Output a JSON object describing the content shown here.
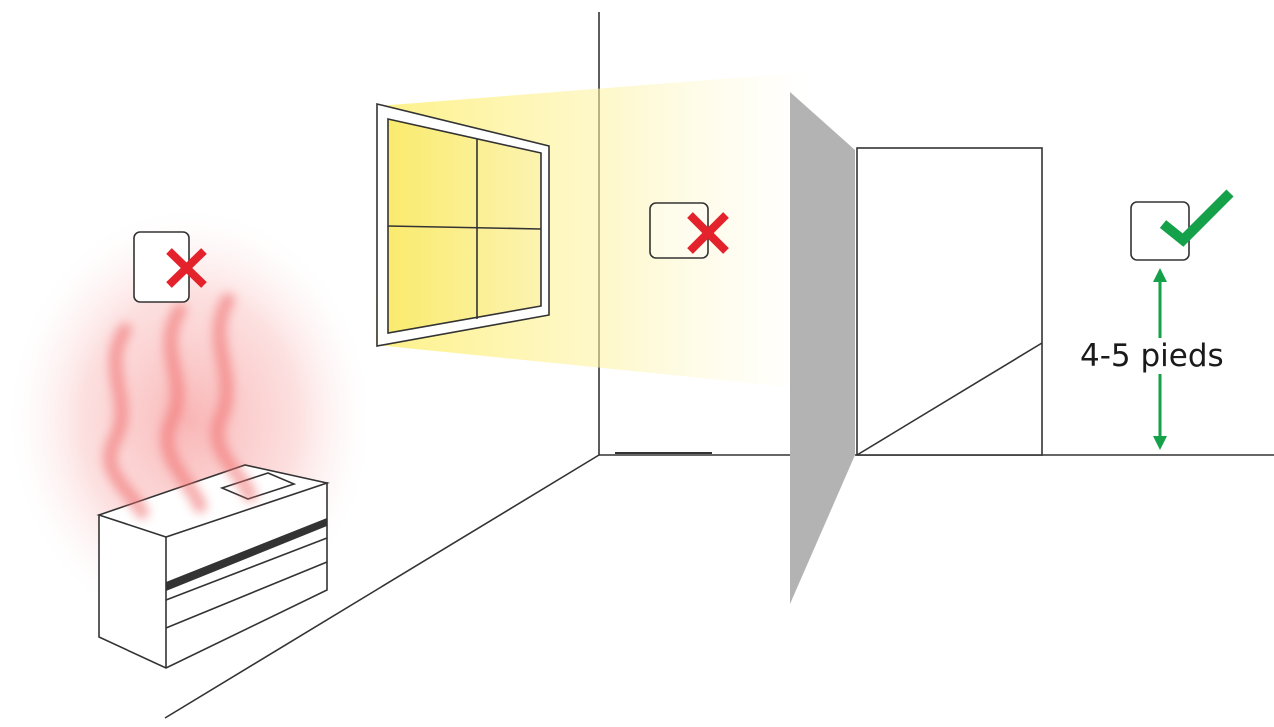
{
  "diagram": {
    "height_label": "4-5 pieds",
    "placements": [
      {
        "id": "near-heater",
        "status": "incorrect",
        "symbol": "x-mark-icon"
      },
      {
        "id": "in-sunlight",
        "status": "incorrect",
        "symbol": "x-mark-icon"
      },
      {
        "id": "interior-wall",
        "status": "correct",
        "symbol": "checkmark-icon"
      }
    ],
    "colors": {
      "incorrect": "#e3222c",
      "correct": "#14a14a",
      "sunlight": "#fdf07a",
      "heat": "#f06a6a",
      "line": "#333333",
      "wall_shadow": "#b3b3b3"
    }
  }
}
